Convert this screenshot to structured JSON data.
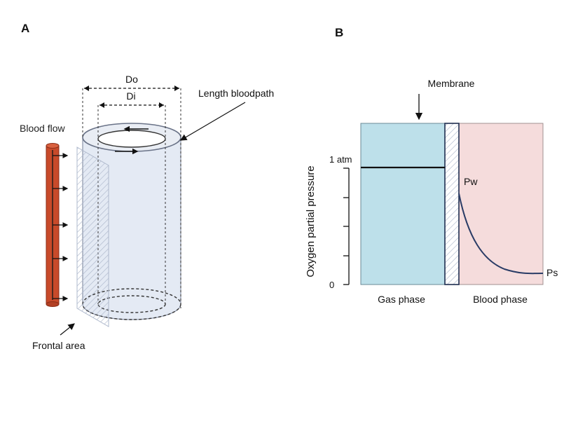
{
  "panel_a": {
    "label": "A",
    "blood_flow": "Blood flow",
    "outer_diameter": "Do",
    "inner_diameter": "Di",
    "length_bloodpath": "Length bloodpath",
    "frontal_area": "Frontal area"
  },
  "panel_b": {
    "label": "B",
    "membrane": "Membrane",
    "ylabel": "Oxygen partial pressure",
    "tick_top": "1 atm",
    "tick_zero": "0",
    "pw": "Pw",
    "ps": "Ps",
    "gas_phase": "Gas phase",
    "blood_phase": "Blood phase"
  },
  "colors": {
    "gas_fill": "#bde0ea",
    "blood_fill": "#f5dcdc",
    "tube_fill": "#e4eaf4",
    "rod_fill": "#c84a2a",
    "curve": "#2a3c66"
  }
}
